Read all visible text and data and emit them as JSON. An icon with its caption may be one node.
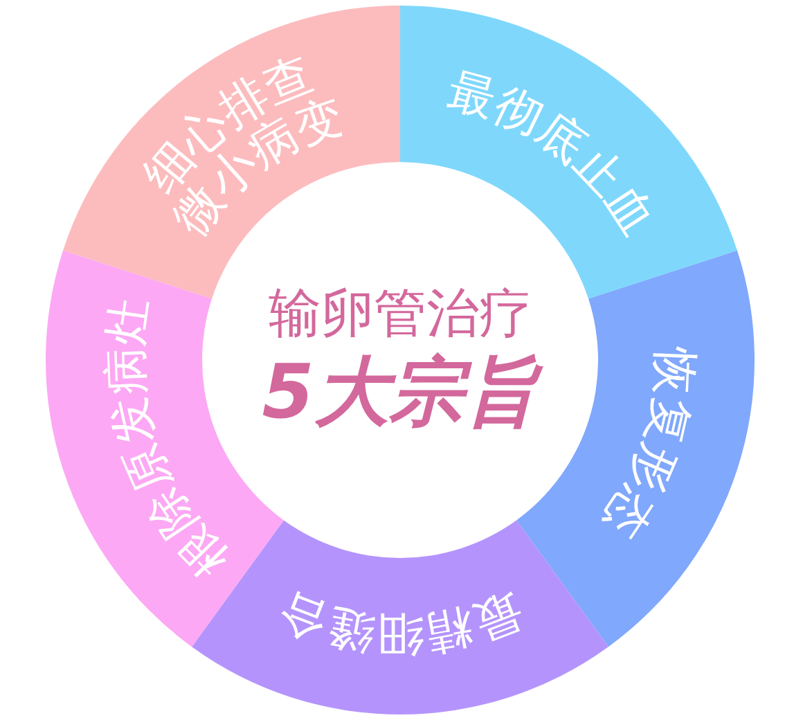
{
  "diagram": {
    "nodes": [
      {
        "text": [
          "输卵管治疗",
          "5大宗旨"
        ]
      },
      {
        "text": [
          "细心排查微小病变"
        ]
      },
      {
        "text": [
          "最彻底止血"
        ]
      },
      {
        "text": [
          "恢复形态"
        ]
      },
      {
        "text": [
          "最精细缝合"
        ]
      },
      {
        "text": [
          "根除原发病灶"
        ]
      }
    ]
  }
}
